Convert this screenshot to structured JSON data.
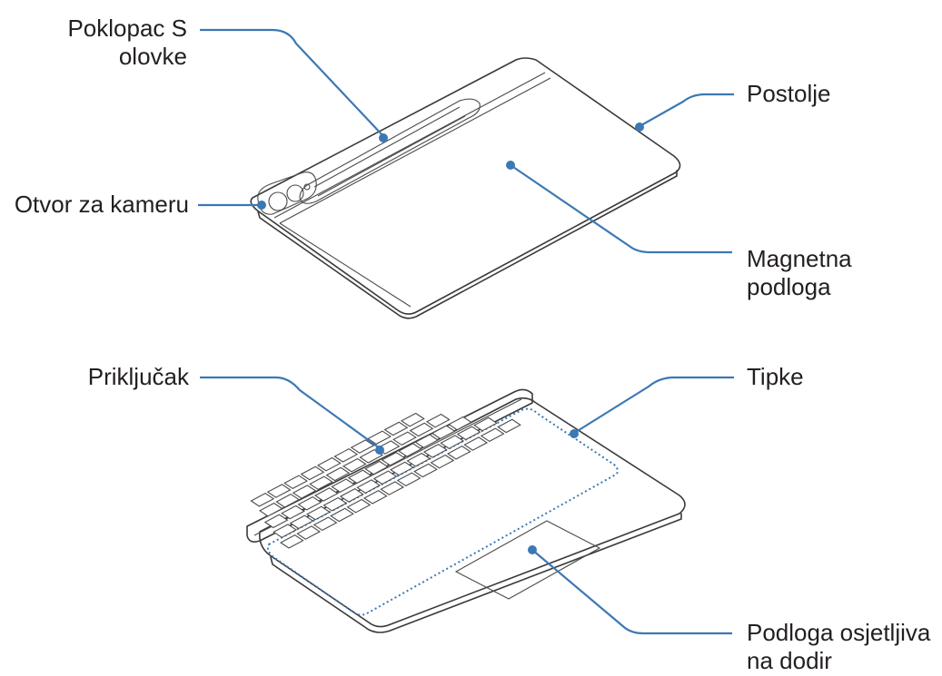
{
  "labels": {
    "s_pen_cover": [
      "Poklopac S",
      "olovke"
    ],
    "camera_opening": "Otvor za kameru",
    "stand": "Postolje",
    "magnetic_pad": [
      "Magnetna",
      "podloga"
    ],
    "connector": "Priključak",
    "keys": "Tipke",
    "touchpad": [
      "Podloga osjetljiva",
      "na dodir"
    ]
  },
  "colors": {
    "leader": "#3c78b4",
    "outline": "#3a3a3a",
    "text": "#231f20"
  }
}
